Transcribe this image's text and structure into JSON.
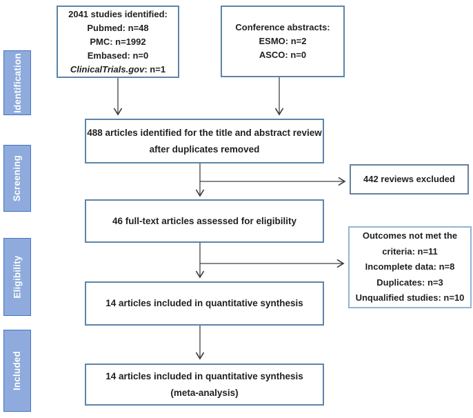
{
  "diagram_type": "prisma-flow",
  "stage_labels": [
    "Identification",
    "Screening",
    "Eligibility",
    "Included"
  ],
  "boxes": {
    "identified": {
      "lines": [
        "2041 studies identified:",
        "Pubmed:  n=48",
        "PMC:  n=1992",
        "Embased:  n=0"
      ],
      "italic_text": "ClinicalTrials.gov",
      "italic_rest": ": n=1"
    },
    "conference": {
      "lines": [
        "Conference abstracts:",
        "ESMO:  n=2",
        "ASCO:  n=0"
      ]
    },
    "title_abstract": {
      "lines": [
        "488 articles identified for the title and abstract review",
        "after duplicates removed"
      ]
    },
    "reviews_excluded": {
      "text": "442 reviews excluded"
    },
    "fulltext": {
      "text": "46 full-text articles assessed for eligibility"
    },
    "outcomes": {
      "lines": [
        "Outcomes not met the",
        "criteria:  n=11",
        "Incomplete data:  n=8",
        "Duplicates:  n=3",
        "Unqualified studies:  n=10"
      ]
    },
    "quantitative": {
      "text": "14 articles included in quantitative synthesis"
    },
    "meta": {
      "lines": [
        "14 articles included in quantitative synthesis",
        "(meta-analysis)"
      ]
    }
  },
  "colors": {
    "stage_fill": "#8faadc",
    "stage_border": "#4472c4",
    "box_border": "#5b84a8",
    "outcomes_border": "#8fb4d4",
    "arrow": "#404040",
    "text": "#1f1f1f"
  }
}
